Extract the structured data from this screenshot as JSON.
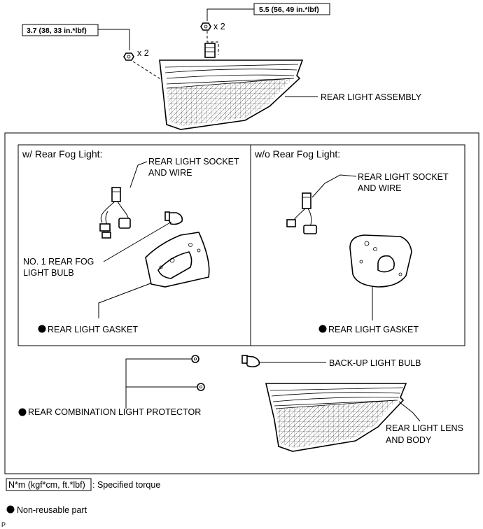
{
  "top": {
    "torque_right": "5.5 (56, 49 in.*lbf)",
    "torque_left": "3.7 (38, 33 in.*lbf)",
    "qty_right": "x 2",
    "qty_left": "x 2",
    "rear_light_assembly": "REAR LIGHT ASSEMBLY"
  },
  "with_fog": {
    "title": "w/ Rear Fog Light:",
    "socket_line1": "REAR LIGHT SOCKET",
    "socket_line2": "AND WIRE",
    "bulb_line1": "NO. 1 REAR FOG",
    "bulb_line2": "LIGHT BULB",
    "gasket": "REAR LIGHT GASKET"
  },
  "without_fog": {
    "title": "w/o Rear Fog Light:",
    "socket_line1": "REAR LIGHT SOCKET",
    "socket_line2": "AND WIRE",
    "gasket": "REAR LIGHT GASKET"
  },
  "lower": {
    "backup_bulb": "BACK-UP LIGHT BULB",
    "protector": "REAR COMBINATION LIGHT PROTECTOR",
    "lens_line1": "REAR LIGHT LENS",
    "lens_line2": "AND BODY"
  },
  "legend": {
    "torque_unit": "N*m (kgf*cm, ft.*lbf)",
    "torque_text": ": Specified torque",
    "nonreusable": "Non-reusable part"
  },
  "corner_mark": "P"
}
